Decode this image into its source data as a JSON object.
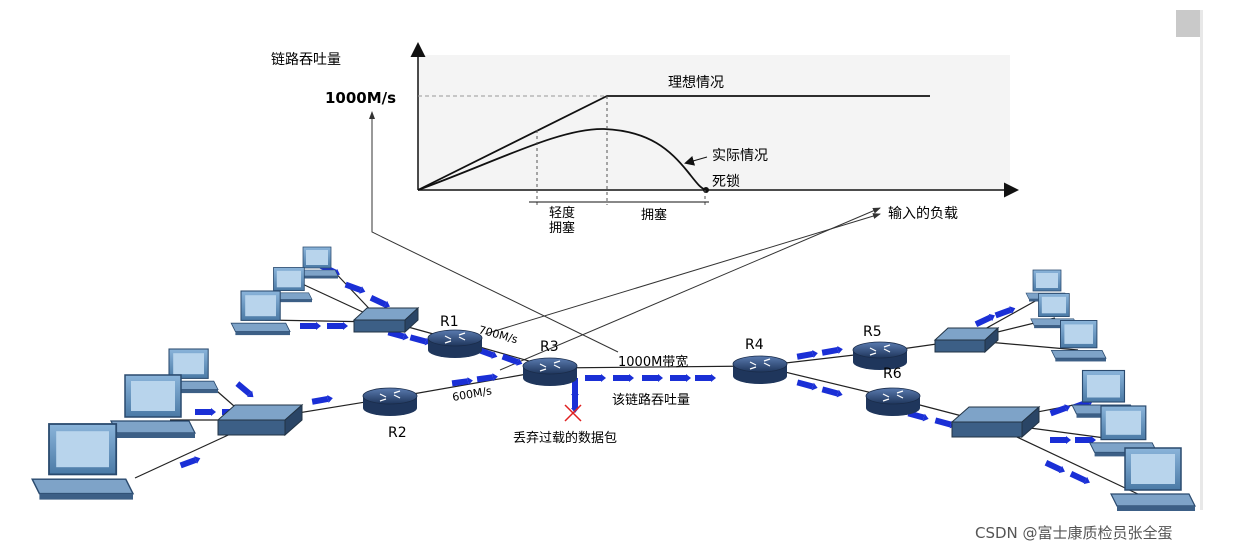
{
  "graph": {
    "y_axis_label": "链路吞吐量",
    "y_tick": "1000M/s",
    "x_axis_label": "输入的负载",
    "ideal_label": "理想情况",
    "actual_label": "实际情况",
    "deadlock_label": "死锁",
    "light_congestion_line1": "轻度",
    "light_congestion_line2": "拥塞",
    "congestion_label": "拥塞"
  },
  "network": {
    "routers": [
      "R1",
      "R2",
      "R3",
      "R4",
      "R5",
      "R6"
    ],
    "link_r1_r3": "700M/s",
    "link_r2_r3": "600M/s",
    "link_r3_r4": "1000M带宽",
    "link_throughput": "该链路吞吐量",
    "drop_label": "丢弃过载的数据包"
  },
  "watermark": "CSDN @富士康质检员张全蛋",
  "colors": {
    "router": "#2e4a72",
    "packet": "#1a2fd6",
    "switch": "#3c5f86",
    "pc": "#5f8fb8"
  }
}
